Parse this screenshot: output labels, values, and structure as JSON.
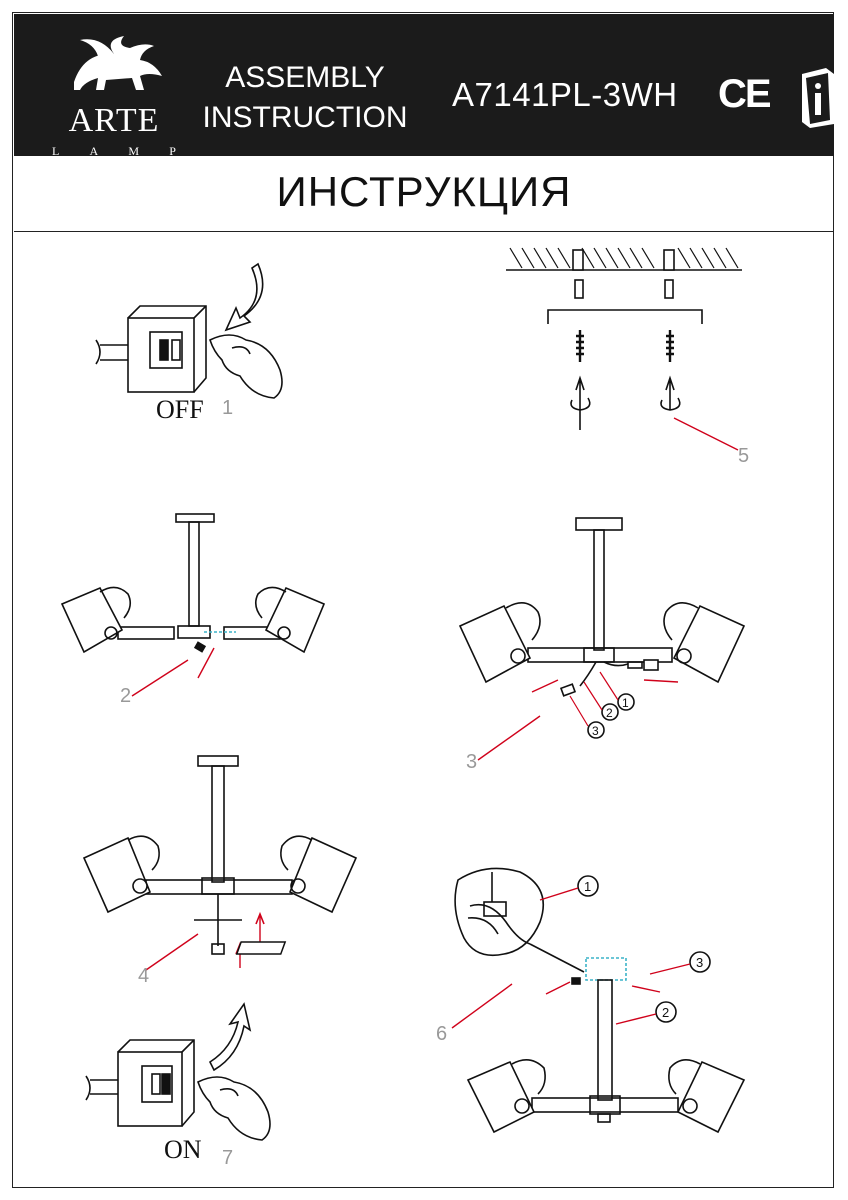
{
  "header": {
    "brand": "ARTE",
    "brand_sub": [
      "L",
      "A",
      "M",
      "P"
    ],
    "assembly_line1": "ASSEMBLY",
    "assembly_line2": "INSTRUCTION",
    "model": "A7141PL-3WH",
    "ce_mark": "CE",
    "info_icon": "manual-info-icon"
  },
  "title": "ИНСТРУКЦИЯ",
  "steps": {
    "s1_label": "OFF",
    "s1_num": "1",
    "s2_num": "2",
    "s3_num": "3",
    "s3_callouts": [
      "1",
      "2",
      "3"
    ],
    "s4_num": "4",
    "s5_num": "5",
    "s6_num": "6",
    "s6_callouts": [
      "1",
      "2",
      "3"
    ],
    "s7_label": "ON",
    "s7_num": "7"
  },
  "colors": {
    "header_bg": "#1b1b1b",
    "arrow": "#d0021b",
    "dashed": "#3cb4c8"
  }
}
